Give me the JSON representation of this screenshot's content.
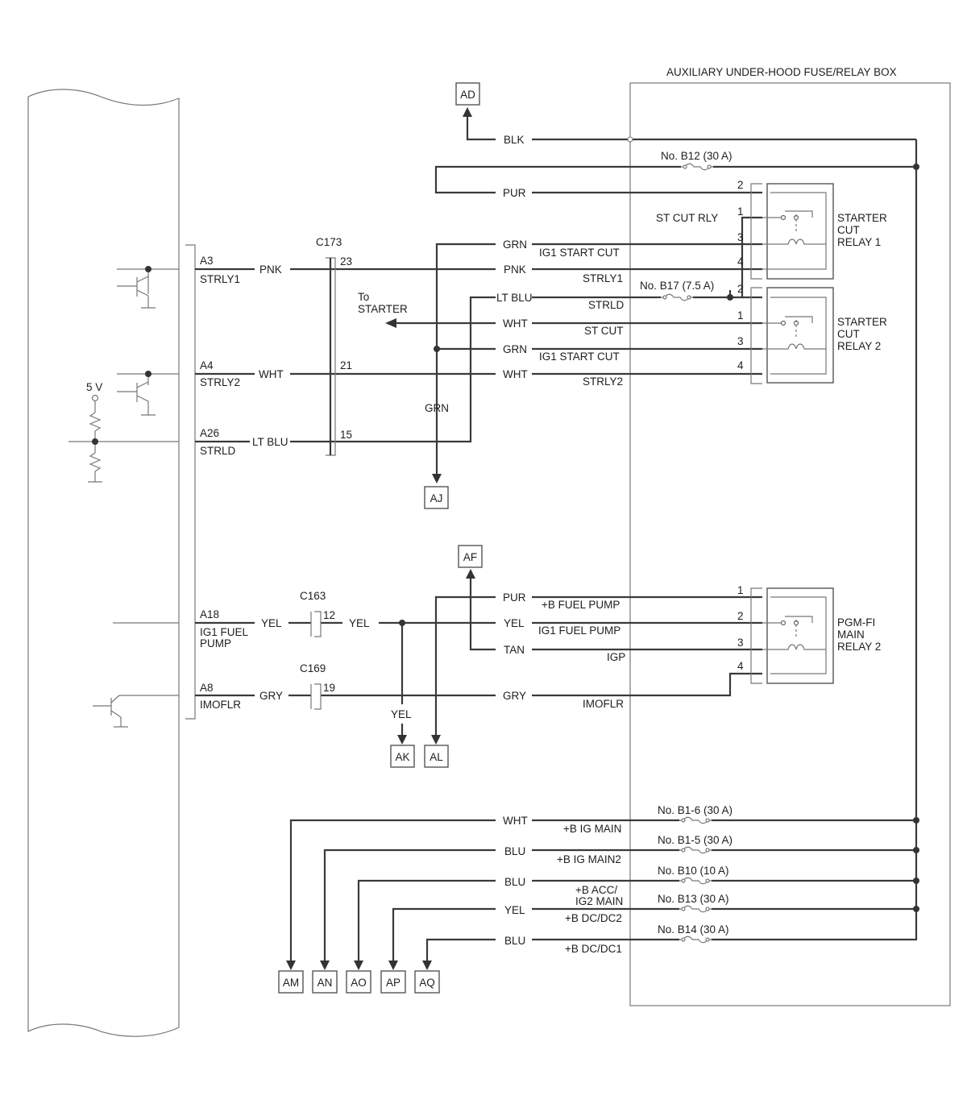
{
  "box_title": "AUXILIARY UNDER-HOOD FUSE/RELAY BOX",
  "connectors": {
    "c173": "C173",
    "c163": "C163",
    "c169": "C169"
  },
  "voltage_label": "5 V",
  "pcm_pins": [
    {
      "pin": "A3",
      "signal": "STRLY1",
      "wire": "PNK"
    },
    {
      "pin": "A4",
      "signal": "STRLY2",
      "wire": "WHT"
    },
    {
      "pin": "A26",
      "signal": "STRLD",
      "wire": "LT BLU"
    },
    {
      "pin": "A18",
      "signal_line1": "IG1 FUEL",
      "signal_line2": "PUMP",
      "wire": "YEL"
    },
    {
      "pin": "A8",
      "signal": "IMOFLR",
      "wire": "GRY"
    }
  ],
  "c173_pins": [
    "23",
    "21",
    "15"
  ],
  "c163_pin": "12",
  "c169_pin": "19",
  "wires": {
    "blk": "BLK",
    "pur": "PUR",
    "grn": "GRN",
    "pnk": "PNK",
    "lt_blu": "LT BLU",
    "wht": "WHT",
    "yel": "YEL",
    "tan": "TAN",
    "gry": "GRY",
    "blu": "BLU"
  },
  "signals": {
    "ig1_start_cut": "IG1 START CUT",
    "strly1": "STRLY1",
    "strld": "STRLD",
    "st_cut": "ST CUT",
    "strly2": "STRLY2",
    "b_fuel_pump": "+B FUEL PUMP",
    "ig1_fuel_pump": "IG1 FUEL PUMP",
    "igp": "IGP",
    "imoflr": "IMOFLR",
    "b_ig_main": "+B IG MAIN",
    "b_ig_main2": "+B IG MAIN2",
    "b_acc_line1": "+B ACC/",
    "b_acc_line2": "IG2 MAIN",
    "b_dcdc2": "+B DC/DC2",
    "b_dcdc1": "+B DC/DC1"
  },
  "fuses": {
    "b12": "No. B12 (30 A)",
    "b17": "No. B17 (7.5 A)",
    "b1_6": "No. B1-6 (30 A)",
    "b1_5": "No. B1-5 (30 A)",
    "b10": "No. B10 (10 A)",
    "b13": "No. B13 (30 A)",
    "b14": "No. B14 (30 A)"
  },
  "st_cut_rly": "ST CUT RLY",
  "to_starter_line1": "To",
  "to_starter_line2": "STARTER",
  "relays": {
    "r1": [
      "STARTER",
      "CUT",
      "RELAY 1"
    ],
    "r2": [
      "STARTER",
      "CUT",
      "RELAY 2"
    ],
    "r3": [
      "PGM-FI",
      "MAIN",
      "RELAY 2"
    ]
  },
  "relay_pins": {
    "r1": [
      "2",
      "1",
      "3",
      "4"
    ],
    "r2": [
      "2",
      "1",
      "3",
      "4"
    ],
    "r3": [
      "1",
      "2",
      "3",
      "4"
    ]
  },
  "terminals": {
    "ad": "AD",
    "aj": "AJ",
    "af": "AF",
    "ak": "AK",
    "al": "AL",
    "am": "AM",
    "an": "AN",
    "ao": "AO",
    "ap": "AP",
    "aq": "AQ"
  }
}
